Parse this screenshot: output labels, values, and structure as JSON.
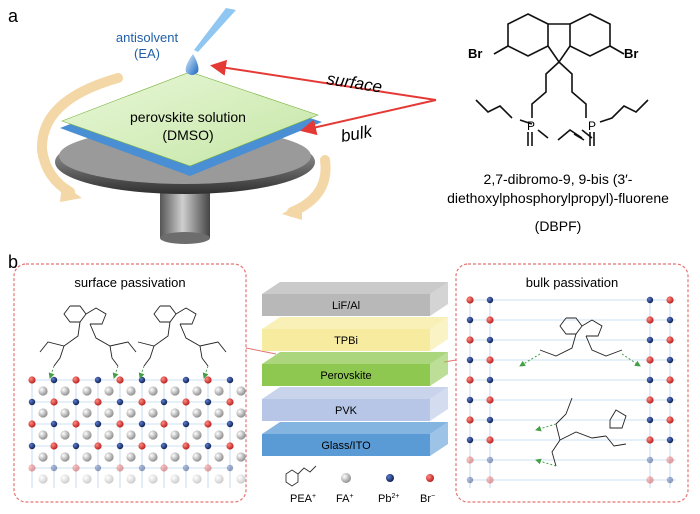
{
  "panel_a": {
    "label": "a",
    "antisolvent": "antisolvent",
    "antisolvent_abbr": "(EA)",
    "solution": "perovskite solution",
    "solution_solvent": "(DMSO)",
    "surface": "surface",
    "bulk": "bulk",
    "molecule": {
      "br_left": "Br",
      "br_right": "Br",
      "p_left": "P",
      "p_right": "P",
      "name_line1": "2,7-dibromo-9, 9-bis (3′-",
      "name_line2": "diethoxylphosphorylpropyl)-fluorene",
      "abbr": "(DBPF)"
    }
  },
  "panel_b": {
    "label": "b",
    "surface_title": "surface passivation",
    "bulk_title": "bulk passivation",
    "layers": [
      "LiF/Al",
      "TPBi",
      "Perovskite",
      "PVK",
      "Glass/ITO"
    ],
    "legend": {
      "pea": "PEA",
      "pea_sup": "+",
      "fa": "FA",
      "fa_sup": "+",
      "pb": "Pb",
      "pb_sup": "2+",
      "br": "Br",
      "br_sup": "−"
    }
  },
  "colors": {
    "arrow_red": "#e53935",
    "inset_border": "#e57373",
    "layer_lif": "#b8b8b8",
    "layer_tpbi": "#f7eba0",
    "layer_perovskite": "#8fc851",
    "layer_pvk": "#b7c6e6",
    "layer_ito": "#5b9bd5",
    "br_ion": "#d32f2f",
    "pb_ion": "#1a3a7a",
    "fa_ion": "#9e9e9e"
  }
}
